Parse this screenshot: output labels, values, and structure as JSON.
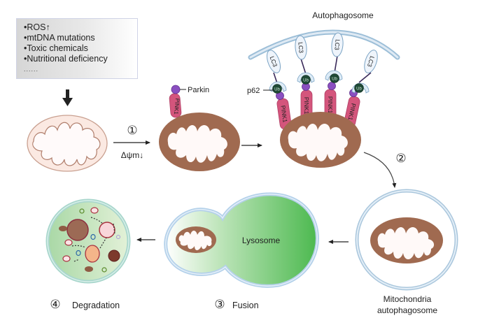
{
  "stressors": {
    "items": [
      "•ROS↑",
      "•mtDNA mutations",
      "•Toxic chemicals",
      "•Nutritional deficiency"
    ],
    "ellipsis": "......"
  },
  "steps": {
    "step1": {
      "number": "①",
      "sublabel": "Δψm↓"
    },
    "step2": {
      "number": "②"
    },
    "step3": {
      "number": "③",
      "label": "Fusion"
    },
    "step4": {
      "number": "④",
      "label": "Degradation"
    }
  },
  "labels": {
    "parkin": "Parkin",
    "pink1": "PINK1",
    "autophagosome": "Autophagosome",
    "p62": "p62",
    "lc3": "LC3",
    "ub": "Ub",
    "lysosome": "Lysosome",
    "mito_autophagosome_line1": "Mitochondria",
    "mito_autophagosome_line2": "autophagosome"
  },
  "colors": {
    "healthy_mito_fill": "#fbe9e2",
    "healthy_mito_stroke": "#b98a78",
    "damaged_mito": "#a06a50",
    "pink1": "#d4557c",
    "parkin": "#8a4fc0",
    "ub": "#1f4a36",
    "lc3_fill": "#eef4fb",
    "membrane": "#bcd6ea",
    "lysosome": "#5cbf5c",
    "autolysosome_fill": "#cfe8c6",
    "autolysosome_ring": "#a8d6cc"
  }
}
